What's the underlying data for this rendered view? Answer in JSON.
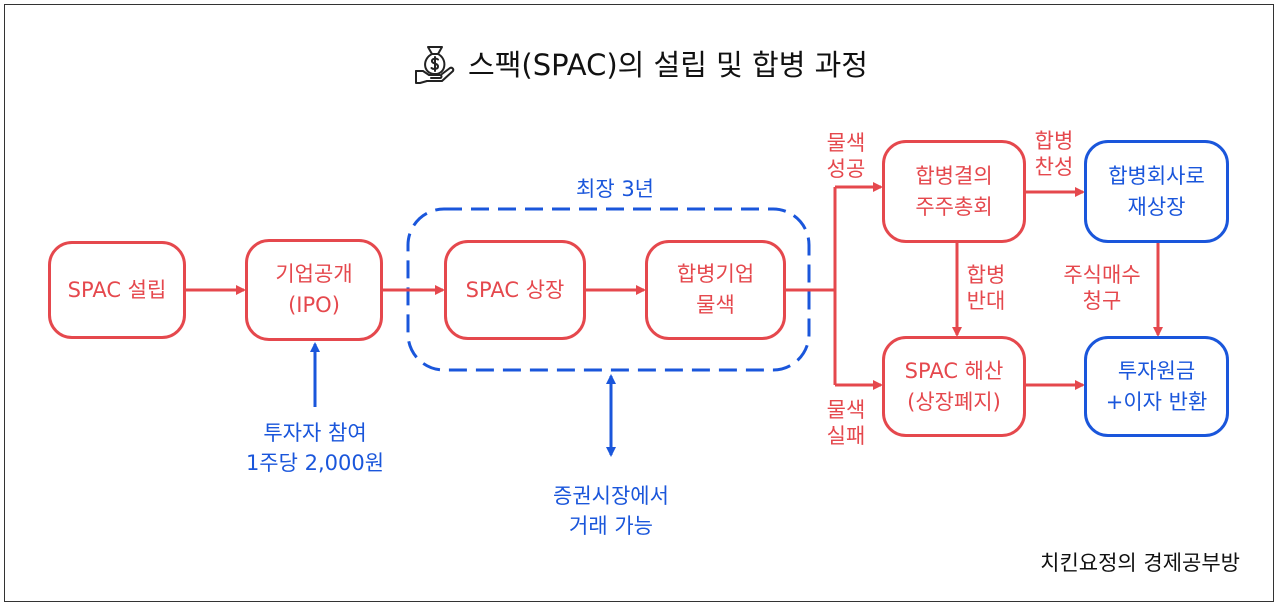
{
  "title": "스팩(SPAC)의 설립 및 합병 과정",
  "title_icon": "money-bag-hand-icon",
  "colors": {
    "red": "#e5484d",
    "blue": "#1a56db"
  },
  "nodes": {
    "spac_setup": {
      "line1": "SPAC 설립"
    },
    "ipo": {
      "line1": "기업공개",
      "line2": "(IPO)"
    },
    "spac_listing": {
      "line1": "SPAC 상장"
    },
    "target_search": {
      "line1": "합병기업",
      "line2": "물색"
    },
    "merger_meeting": {
      "line1": "합병결의",
      "line2": "주주총회"
    },
    "relisting": {
      "line1": "합병회사로",
      "line2": "재상장"
    },
    "dissolution": {
      "line1": "SPAC 해산",
      "line2": "(상장폐지)"
    },
    "refund": {
      "line1": "투자원금",
      "line2": "+이자 반환"
    }
  },
  "labels": {
    "max_period": "최장 3년",
    "invest": {
      "line1": "투자자 참여",
      "line2": "1주당 2,000원"
    },
    "trade": {
      "line1": "증권시장에서",
      "line2": "거래 가능"
    },
    "search_success": {
      "line1": "물색",
      "line2": "성공"
    },
    "search_fail": {
      "line1": "물색",
      "line2": "실패"
    },
    "merger_approve": {
      "line1": "합병",
      "line2": "찬성"
    },
    "merger_oppose": {
      "line1": "합병",
      "line2": "반대"
    },
    "buyback": {
      "line1": "주식매수",
      "line2": "청구"
    }
  },
  "credit": "치킨요정의 경제공부방"
}
